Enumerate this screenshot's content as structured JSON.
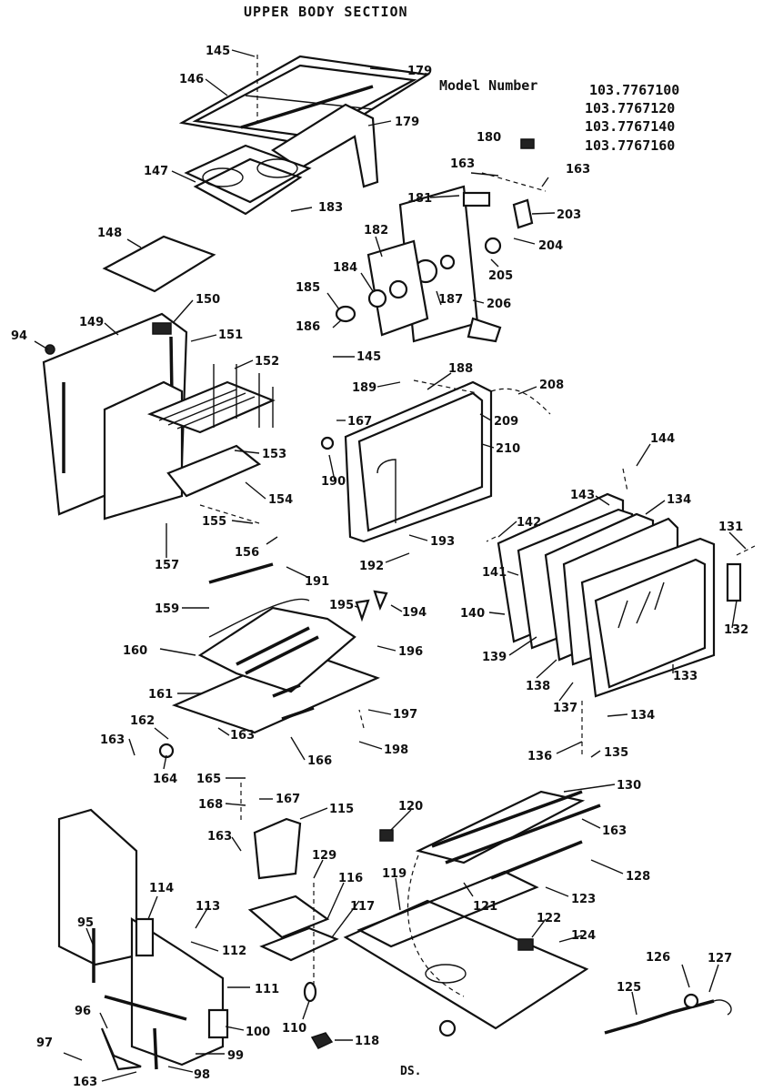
{
  "title": "UPPER BODY SECTION",
  "model": {
    "label": "Model Number",
    "numbers": [
      "103.7767100",
      "103.7767120",
      "103.7767140",
      "103.7767160"
    ]
  },
  "footer": "DS.",
  "callouts": [
    "145",
    "146",
    "179",
    "179",
    "147",
    "183",
    "180",
    "163",
    "163",
    "181",
    "203",
    "204",
    "205",
    "206",
    "182",
    "184",
    "187",
    "185",
    "186",
    "145",
    "148",
    "94",
    "149",
    "150",
    "151",
    "152",
    "153",
    "154",
    "155",
    "156",
    "157",
    "189",
    "188",
    "208",
    "209",
    "167",
    "210",
    "190",
    "193",
    "192",
    "144",
    "143",
    "134",
    "142",
    "131",
    "141",
    "140",
    "139",
    "138",
    "137",
    "133",
    "132",
    "134",
    "136",
    "135",
    "191",
    "159",
    "195",
    "194",
    "160",
    "196",
    "161",
    "197",
    "163",
    "198",
    "162",
    "163",
    "164",
    "166",
    "165",
    "167",
    "168",
    "115",
    "163",
    "120",
    "130",
    "129",
    "163",
    "116",
    "119",
    "128",
    "113",
    "117",
    "121",
    "123",
    "114",
    "112",
    "122",
    "124",
    "95",
    "126",
    "127",
    "111",
    "125",
    "110",
    "100",
    "96",
    "118",
    "97",
    "99",
    "98",
    "163"
  ]
}
